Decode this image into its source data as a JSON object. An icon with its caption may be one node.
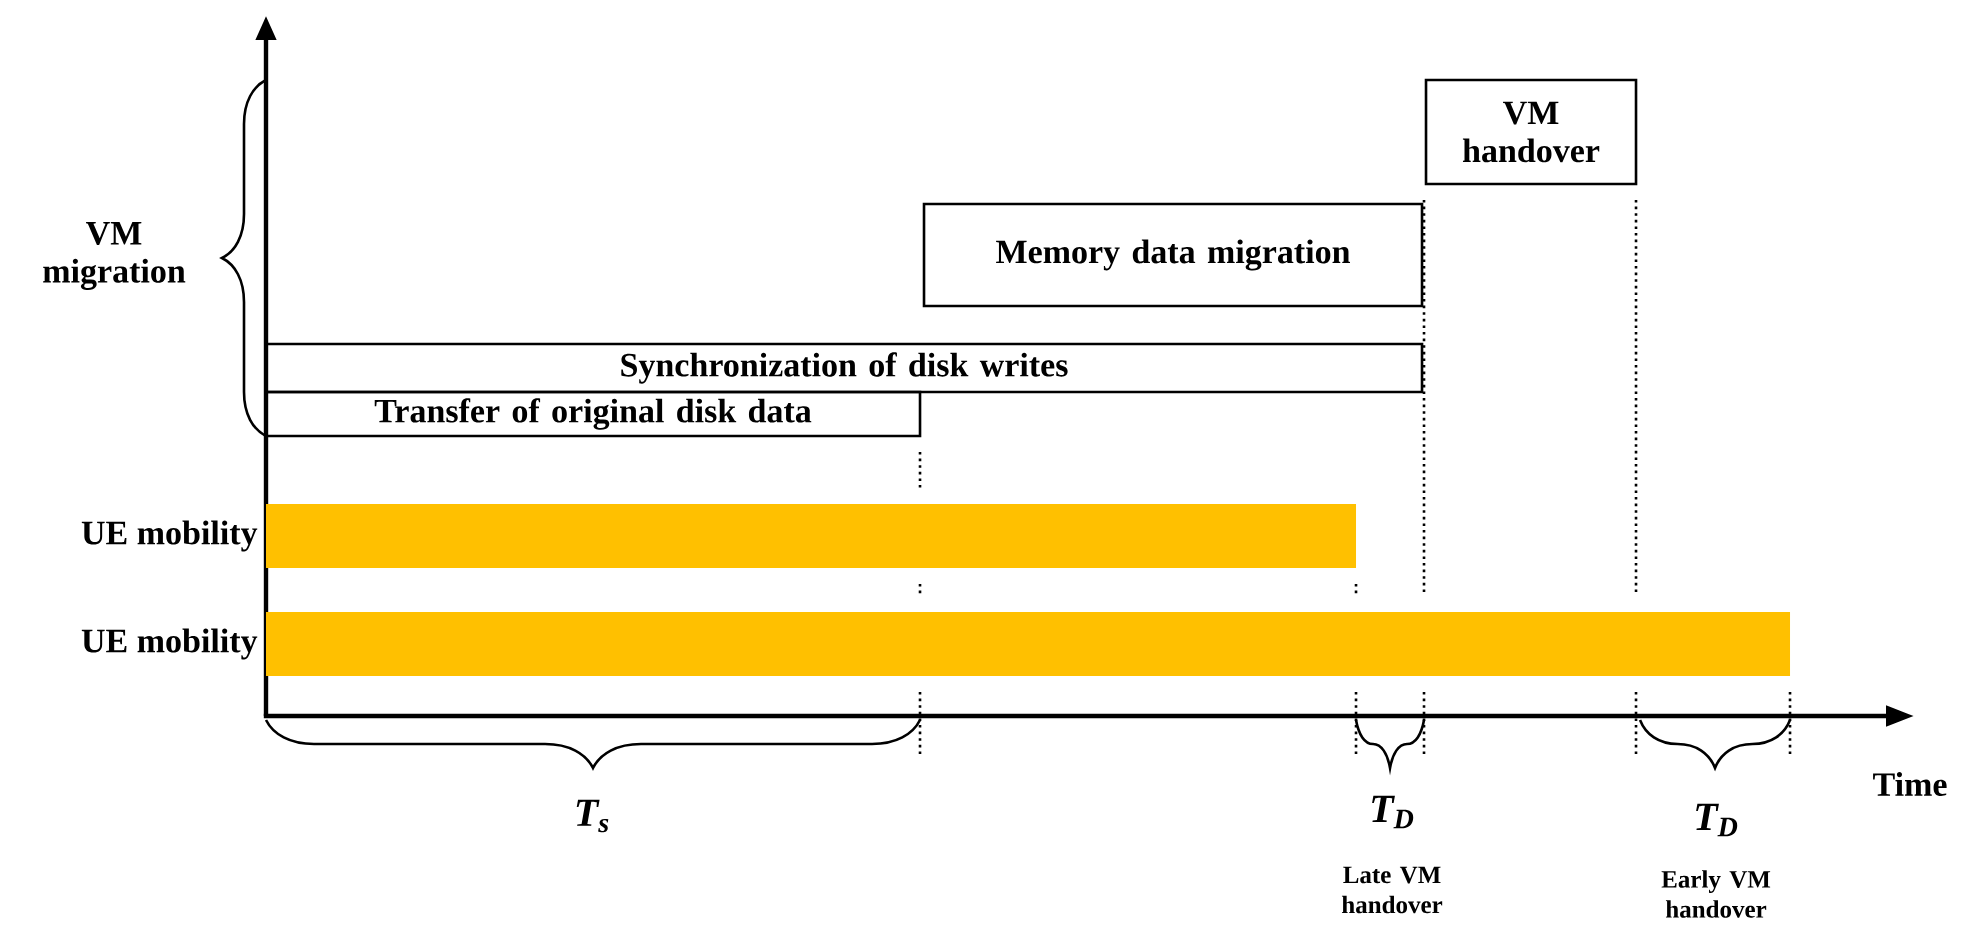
{
  "diagram": {
    "nodes": [
      {
        "text": [
          "VM handover"
        ]
      },
      {
        "text": [
          "Memory data migration"
        ]
      },
      {
        "text": [
          "Synchronization of disk writes"
        ]
      },
      {
        "text": [
          "Transfer of original disk data"
        ]
      },
      {
        "text": [],
        "shape": "bar",
        "beside": [
          "UE mobility"
        ]
      },
      {
        "text": [],
        "shape": "bar",
        "beside": [
          "UE mobility"
        ]
      }
    ],
    "labels": [
      "VM migration",
      "Time",
      "T$_{s}$",
      "T$_{D}$",
      "Late VM handover",
      "T$_{D}$",
      "Early VM handover"
    ]
  }
}
